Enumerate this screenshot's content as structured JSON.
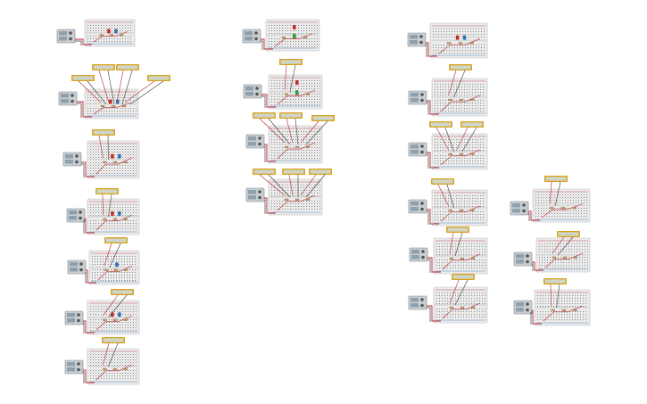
{
  "canvas": {
    "background": "#ffffff",
    "colors": {
      "breadboard": "#ebebeb",
      "breadboard_border": "#bdbdbd",
      "hole": "#6e6e6e",
      "supply_body": "#c9ced3",
      "supply_screen": "#8fa0ad",
      "meter_frame": "#d9a21b",
      "meter_screen": "#ced6c8",
      "wire_red": "#b8282d",
      "wire_dark": "#3b3b3b",
      "led_red": "#c62828",
      "led_green": "#2e9e3b",
      "led_blue": "#2f6fb5"
    }
  },
  "circuits": [
    {
      "id": "c1",
      "meters": 0,
      "led": "red-blue"
    },
    {
      "id": "c2",
      "meters": 4,
      "led": "red-blue"
    },
    {
      "id": "c3",
      "meters": 1,
      "led": "red-blue"
    },
    {
      "id": "c4",
      "meters": 1,
      "led": "red-blue"
    },
    {
      "id": "c5",
      "meters": 1,
      "led": "blue"
    },
    {
      "id": "c6",
      "meters": 1,
      "led": "red-blue"
    },
    {
      "id": "c7",
      "meters": 1,
      "led": "none"
    },
    {
      "id": "c8",
      "meters": 0,
      "led": "green-red"
    },
    {
      "id": "c9",
      "meters": 1,
      "led": "green-red"
    },
    {
      "id": "c10",
      "meters": 3,
      "led": "none"
    },
    {
      "id": "c11",
      "meters": 3,
      "led": "none"
    },
    {
      "id": "c12",
      "meters": 0,
      "led": "red-blue"
    },
    {
      "id": "c13",
      "meters": 1,
      "led": "none"
    },
    {
      "id": "c14",
      "meters": 2,
      "led": "none"
    },
    {
      "id": "c15",
      "meters": 1,
      "led": "none"
    },
    {
      "id": "c16",
      "meters": 1,
      "led": "none"
    },
    {
      "id": "c17",
      "meters": 1,
      "led": "none"
    },
    {
      "id": "c18",
      "meters": 1,
      "led": "none"
    },
    {
      "id": "c19",
      "meters": 1,
      "led": "none"
    },
    {
      "id": "c20",
      "meters": 1,
      "led": "none"
    }
  ]
}
